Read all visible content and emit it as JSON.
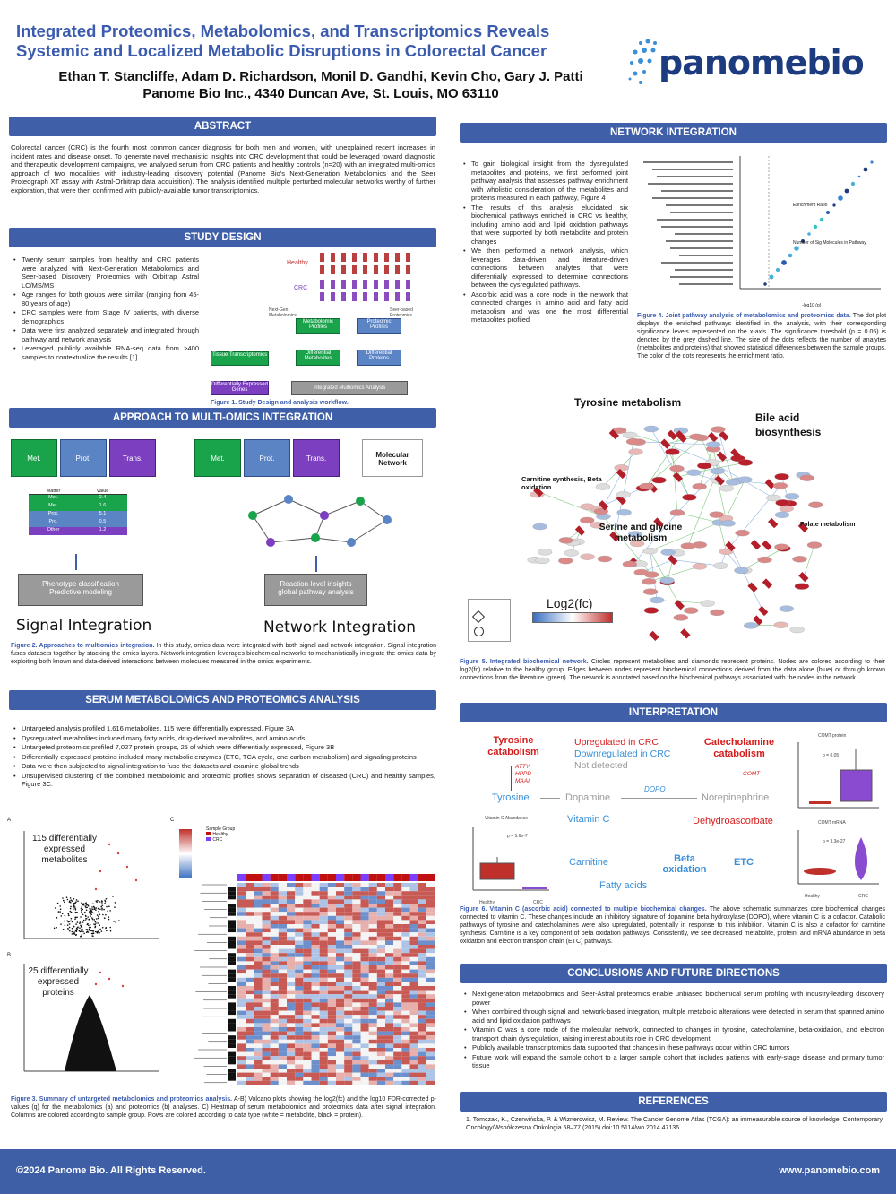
{
  "header": {
    "title_line1": "Integrated Proteomics, Metabolomics, and Transcriptomics Reveals",
    "title_line2": "Systemic and Localized Metabolic Disruptions in Colorectal Cancer",
    "authors": "Ethan T. Stancliffe, Adam D. Richardson, Monil D. Gandhi, Kevin Cho, Gary J. Patti",
    "affiliation": "Panome Bio Inc., 4340 Duncan Ave, St. Louis, MO 63110",
    "logo_text": "panomebio"
  },
  "abstract": {
    "heading": "ABSTRACT",
    "text": "Colorectal cancer (CRC) is the fourth most common cancer diagnosis for both men and women, with unexplained recent increases in incident rates and disease onset. To generate novel mechanistic insights into CRC development that could be leveraged toward diagnostic and therapeutic development campaigns, we analyzed serum from CRC patients and healthy controls (n=20) with an integrated multi-omics approach of two modalities with industry-leading discovery potential (Panome Bio's Next-Generation Metabolomics and the Seer Proteograph XT assay with Astral-Orbitrap data acquisition). The analysis identified multiple perturbed molecular networks worthy of further exploration, that were then confirmed with publicly-available tumor transcriptomics."
  },
  "study_design": {
    "heading": "STUDY DESIGN",
    "bullets": [
      "Twenty serum samples from healthy and CRC patients were analyzed with Next-Generation Metabolomics and Seer-based Discovery Proteomics with Orbitrap Astral LC/MS/MS",
      "Age ranges for both groups were similar (ranging from 45-80 years of age)",
      "CRC samples were from Stage IV patients, with diverse demographics",
      "Data were first analyzed separately and integrated through pathway and network analysis",
      "Leveraged publicly available RNA-seq data from >400 samples to contextualize the results [1]"
    ],
    "fig_labels": {
      "healthy": "Healthy",
      "crc": "CRC",
      "nextgen": "Next-Gen Metabolomics",
      "seer": "Seer-based Proteomics",
      "metab_profiles": "Metabolomic Profiles",
      "proteomic_profiles": "Proteomic Profiles",
      "diff_metab": "Differential Metabolites",
      "diff_prot": "Differential Proteins",
      "tissue": "Tissue Transcriptomics",
      "diff_genes": "Differentially Expressed Genes",
      "integrated": "Integrated Multiomics Analysis"
    },
    "caption": "Figure 1. Study Design and analysis workflow."
  },
  "approach": {
    "heading": "APPROACH TO MULTI-OMICS INTEGRATION",
    "met": "Met.",
    "prot": "Prot.",
    "trans": "Trans.",
    "molecular_network": "Molecular Network",
    "table_headers": [
      "Matter",
      "Value"
    ],
    "table_rows": [
      [
        "Met.",
        "2.4"
      ],
      [
        "Met.",
        "1.6"
      ],
      [
        "Prot.",
        "5.1"
      ],
      [
        "Pro.",
        "0.5"
      ],
      [
        "Other",
        "1.2"
      ]
    ],
    "phenotype": "Phenotype classification",
    "predictive": "Predictive modeling",
    "reaction": "Reaction-level insights",
    "global": "global pathway analysis",
    "signal_label": "Signal Integration",
    "network_label": "Network Integration",
    "caption_bold": "Figure 2. Approaches to multiomics integration.",
    "caption_text": "In this study, omics data were integrated with both signal and network integration. Signal integration fuses datasets together by stacking the omics layers. Network integration leverages biochemical networks to mechanistically integrate the omics data by exploiting both known and data-derived interactions between molecules measured in the omics experiments."
  },
  "serum": {
    "heading": "SERUM METABOLOMICS AND PROTEOMICS ANALYSIS",
    "bullets": [
      "Untargeted analysis profiled 1,616 metabolites, 115 were differentially expressed, Figure 3A",
      "Dysregulated metabolites included many fatty acids, drug-derived metabolites, and amino acids",
      "Untargeted proteomics profiled 7,027 protein groups, 25 of which were differentially expressed, Figure 3B",
      "Differentially expressed proteins included many metabolic enzymes (ETC, TCA cycle, one-carbon metabolism) and signaling proteins",
      "Data were then subjected to signal integration to fuse the datasets and examine global trends",
      "Unsupervised clustering of the combined metabolomic and proteomic profiles shows separation of diseased (CRC) and healthy samples, Figure 3C."
    ],
    "panel_a": "A",
    "panel_b": "B",
    "panel_c": "C",
    "volcano_a_label": "115 differentially expressed metabolites",
    "volcano_b_label": "25 differentially expressed proteins",
    "heatmap_legend_title": "Sample Group",
    "heatmap_legend_items": [
      "Healthy",
      "CRC"
    ],
    "caption_bold": "Figure 3. Summary of untargeted metabolomics and proteomics analysis.",
    "caption_text": "A-B) Volcano plots showing the log2(fc) and the log10 FDR-corrected p-values (q) for the metabolomics (a) and proteomics (b) analyses. C) Heatmap of serum metabolomics and proteomics data after signal integration. Columns are colored according to sample group. Rows are colored according to data type (white = metabolite, black = protein)."
  },
  "network": {
    "heading": "NETWORK INTEGRATION",
    "bullets": [
      "To gain biological insight from the dysregulated metabolites and proteins, we first performed joint pathway analysis that assesses pathway enrichment with wholistic consideration of the metabolites and proteins measured in each pathway, Figure 4",
      "The results of this analysis elucidated six biochemical pathways enriched in CRC vs healthy, including amino acid and lipid oxidation pathways that were supported by both metabolite and protein changes",
      "We then performed a network analysis, which leverages data-driven and literature-driven connections between analytes that were differentially expressed to determine connections between the dysregulated pathways.",
      "Ascorbic acid was a core node in the network that connected changes in amino acid and fatty acid metabolism and was one the most differential metabolites profiled"
    ],
    "dot_legend_title": "Enrichment Ratio",
    "dot_legend_size_title": "Number of Sig Molecules in Pathway",
    "dot_xlabel": "-log10 (p)",
    "fig4_bold": "Figure 4. Joint pathway analysis of metabolomics and proteomics data.",
    "fig4_text": "The dot plot displays the enriched pathways identified in the analysis, with their corresponding significance levels represented on the x-axis. The significance threshold (p = 0.05) is denoted by the grey dashed line. The size of the dots reflects the number of analytes (metabolites and proteins) that showed statistical differences between the sample groups. The color of the dots represents the enrichment ratio.",
    "labels": {
      "tyrosine": "Tyrosine metabolism",
      "bile": "Bile acid biosynthesis",
      "carnitine": "Carnitine synthesis, Beta oxidation",
      "serine": "Serine and glycine metabolism",
      "folate": "Folate metabolism"
    },
    "log2fc": "Log2(fc)",
    "fig5_bold": "Figure 5. Integrated biochemical network.",
    "fig5_text": "Circles represent metabolites and diamonds represent proteins. Nodes are colored according to their log2(fc) relative to the healthy group. Edges between nodes represent biochemical connections derived from the data alone (blue) or through known connections from the literature (green). The network is annotated based on the biochemical pathways associated with the nodes in the network."
  },
  "interpretation": {
    "heading": "INTERPRETATION",
    "tyrosine_catabolism": "Tyrosine catabolism",
    "atty": "ATTY",
    "hppd": "HPPD",
    "maai": "MAAI",
    "upregulated": "Upregulated in CRC",
    "downregulated": "Downregulated in CRC",
    "not_detected": "Not detected",
    "catecholamine": "Catecholamine catabolism",
    "comt": "COMT",
    "tyrosine": "Tyrosine",
    "dopamine": "Dopamine",
    "dopo": "DOPO",
    "norepinephrine": "Norepinephrine",
    "vitamin_c": "Vitamin C",
    "dehydro": "Dehydroascorbate",
    "carnitine": "Carnitine",
    "beta_ox": "Beta oxidation",
    "etc": "ETC",
    "fatty": "Fatty acids",
    "comt_protein": "COMT protein",
    "comt_mrna": "COMT mRNA",
    "vitc_abundance": "Vitamin C Abundance",
    "p1": "p = 0.05",
    "p2": "p = 5.6e-7",
    "p3": "p = 3.3e-27",
    "healthy": "Healthy",
    "crc": "CRC",
    "caption_bold": "Figure 6. Vitamin C (ascorbic acid) connected to multiple biochemical changes.",
    "caption_text": "The above schematic summarizes core biochemical changes connected to vitamin C. These changes include an inhibitory signature of dopamine beta hydroxylase (DOPO), where vitamin C is a cofactor. Catabolic pathways of tyrosine and catecholamines were also upregulated, potentially in response to this inhibition. Vitamin C is also a cofactor for carnitine synthesis. Carnitine is a key component of beta oxidation pathways. Consistently, we see decreased metabolite, protein, and mRNA abundance in beta oxidation and electron transport chain (ETC) pathways."
  },
  "conclusions": {
    "heading": "CONCLUSIONS AND FUTURE DIRECTIONS",
    "bullets": [
      "Next-generation metabolomics and Seer-Astral proteomics enable unbiased biochemical serum profiling with industry-leading discovery power",
      "When combined through signal and network-based integration, multiple metabolic alterations were detected in serum that spanned amino acid and lipid oxidation pathways",
      "Vitamin C was a core node of the molecular network, connected to changes in tyrosine, catecholamine, beta-oxidation, and electron transport chain dysregulation, raising interest about its role in CRC development",
      "Publicly available transcriptomics data supported that changes in these pathways occur within CRC tumors",
      "Future work will expand the sample cohort to a larger sample cohort that includes patients with early-stage disease and primary tumor tissue"
    ]
  },
  "references": {
    "heading": "REFERENCES",
    "ref1": "1.   Tomczak, K., Czerwińska, P. & Wiznerowicz, M. Review. The Cancer Genome Atlas (TCGA): an immeasurable source of knowledge. Contemporary Oncology/Współczesna Onkologia 68–77 (2015) doi:10.5114/wo.2014.47136."
  },
  "footer": {
    "copyright": "©2024 Panome Bio. All Rights Reserved.",
    "website": "www.panomebio.com"
  },
  "colors": {
    "accent": "#3f5fa8",
    "title_blue": "#3b5cae",
    "green": "#19a34a",
    "purple": "#7b3fbf",
    "red": "#d61c1c"
  }
}
